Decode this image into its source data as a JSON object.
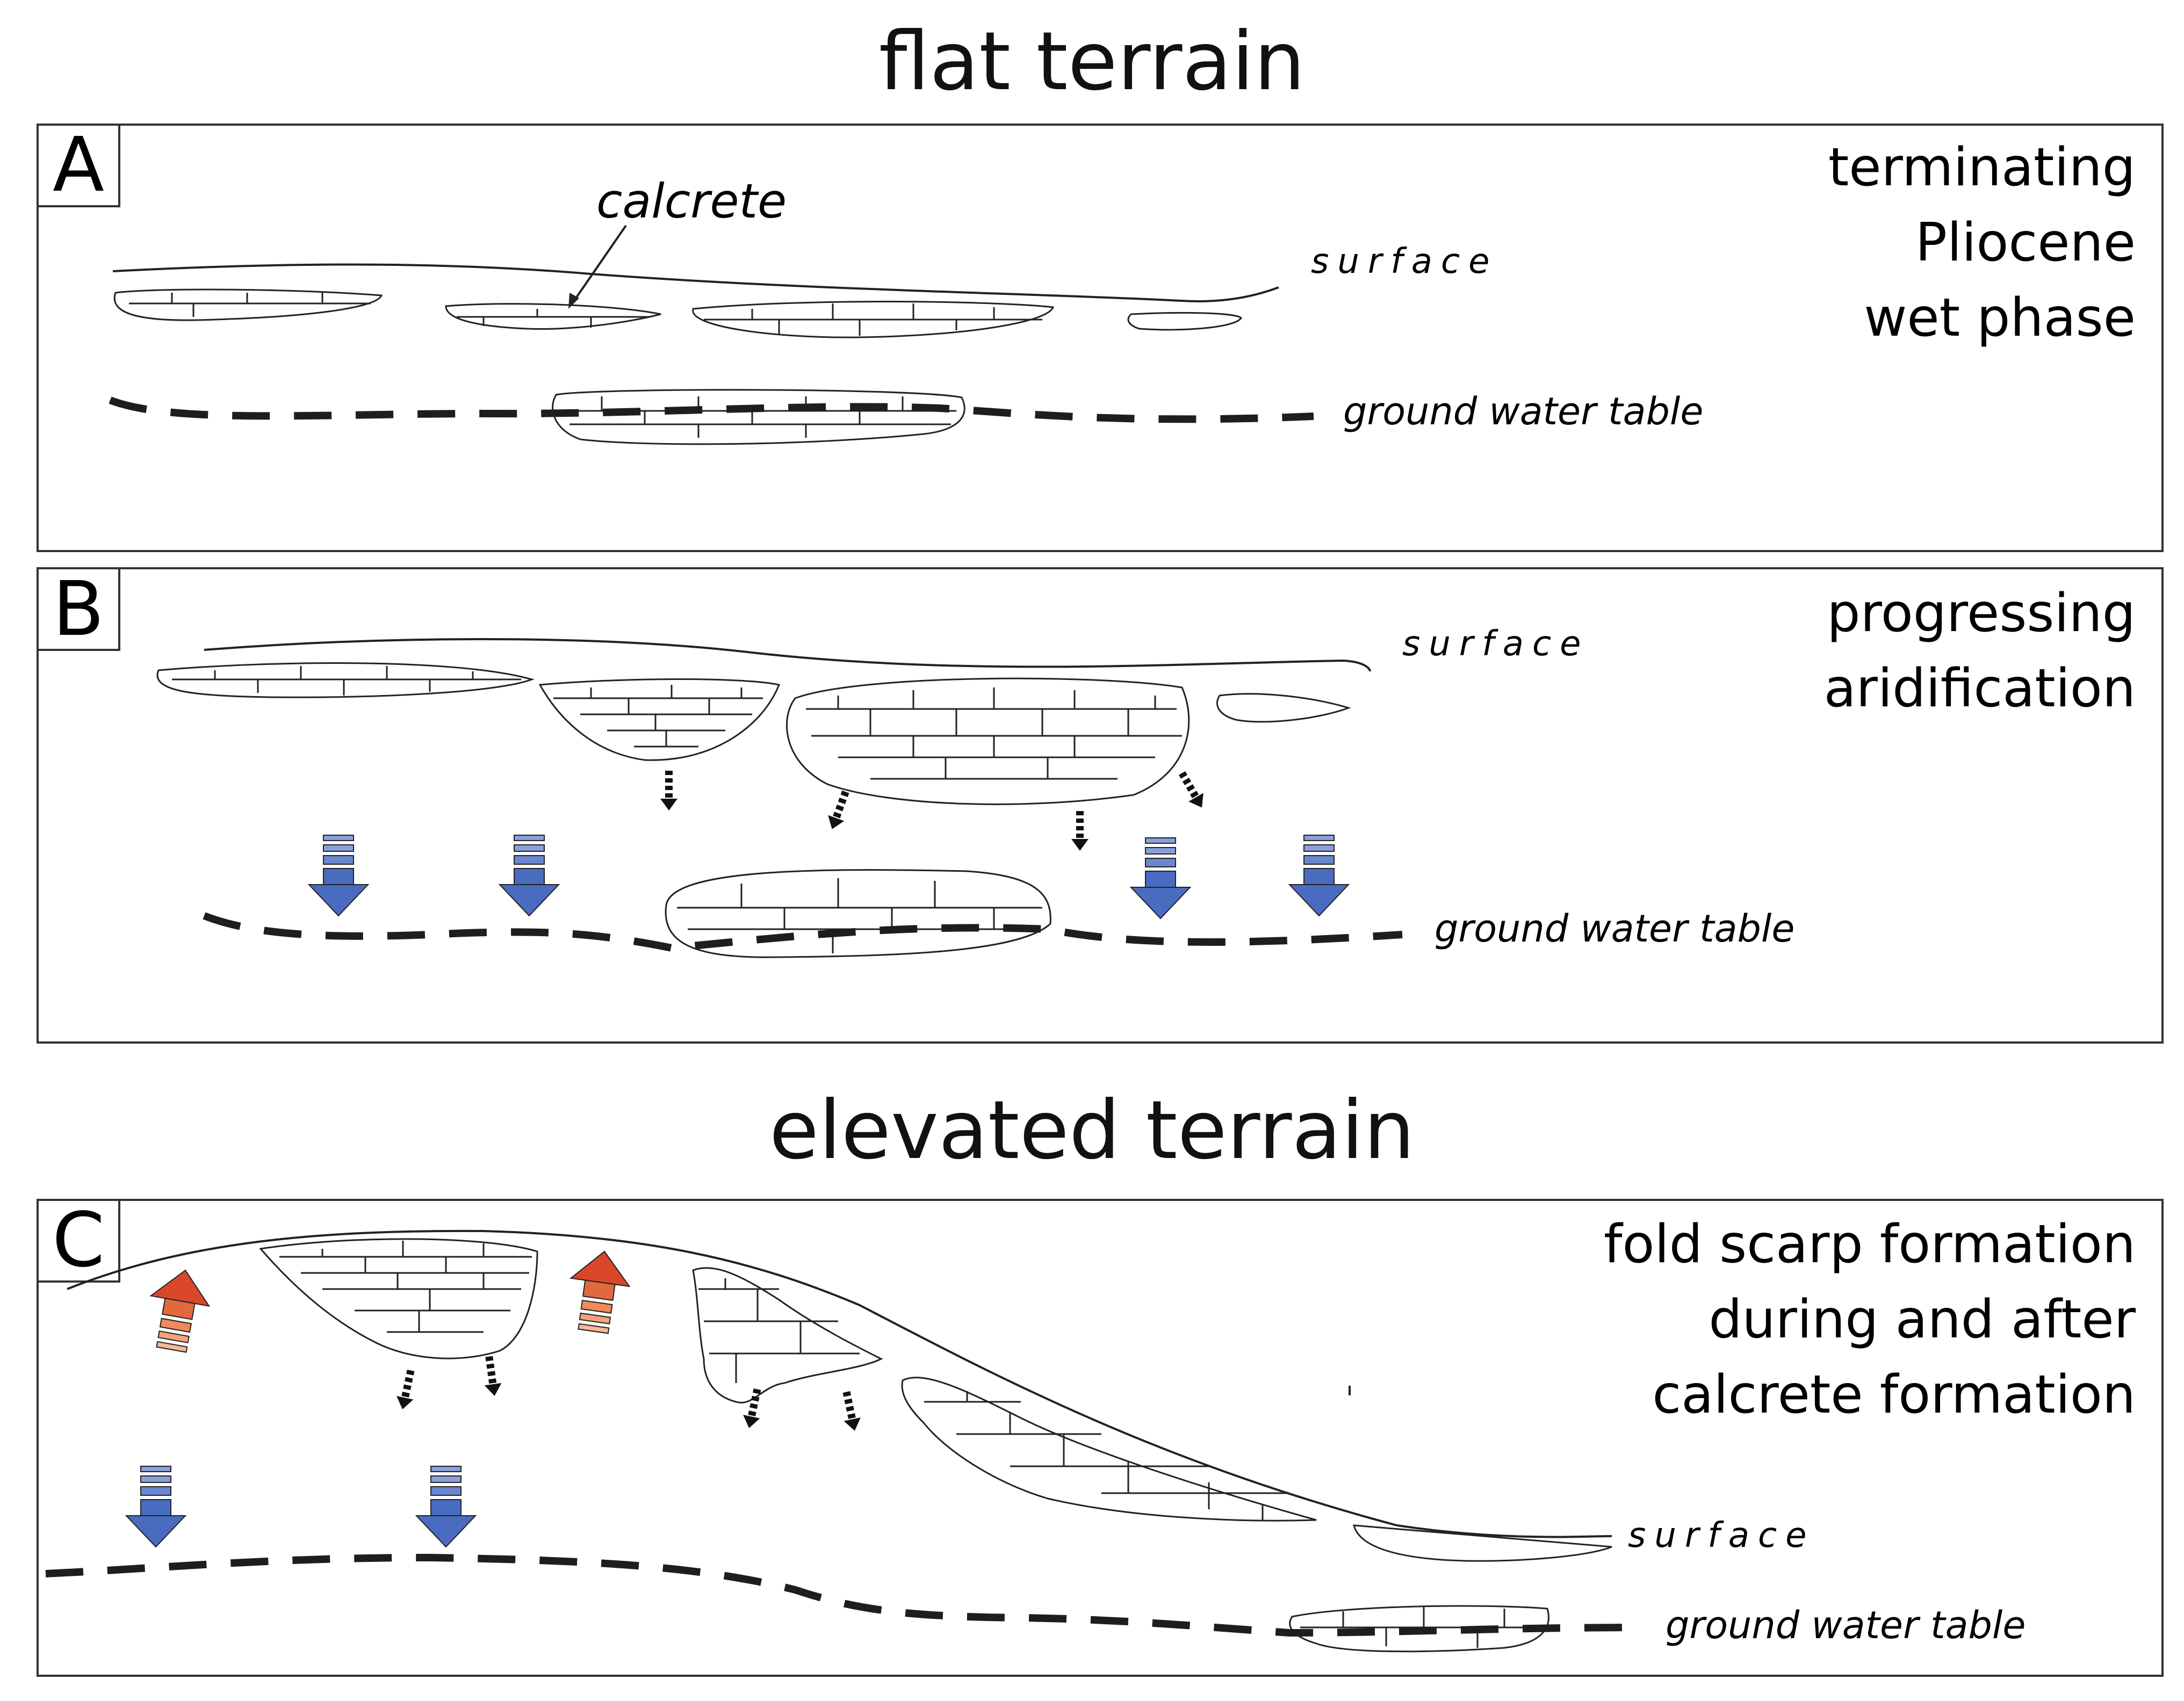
{
  "titles": {
    "flat": "flat terrain",
    "elevated": "elevated terrain"
  },
  "panels": [
    {
      "letter": "A",
      "caption": [
        "terminating",
        "Pliocene",
        "wet phase"
      ],
      "surface_label": "surface",
      "water_label": "ground water table",
      "callout": "calcrete"
    },
    {
      "letter": "B",
      "caption": [
        "progressing",
        "aridification"
      ],
      "surface_label": "surface",
      "water_label": "ground water table"
    },
    {
      "letter": "C",
      "caption": [
        "fold scarp formation",
        "during and after",
        "calcrete formation"
      ],
      "surface_label": "surface",
      "water_label": "ground water table"
    }
  ],
  "colors": {
    "outline": "#222222",
    "water_table": "#1e1e1e",
    "down_arrow": "#4a6cc0",
    "up_arrow": "#d9472b",
    "stripe_blue": "#8aa0dc",
    "stripe_red": "#f08a5d"
  },
  "icons": {
    "down_arrow": "blue-infiltration-arrow",
    "up_arrow": "red-uplift-arrow",
    "percolation": "percolation-arrow"
  }
}
